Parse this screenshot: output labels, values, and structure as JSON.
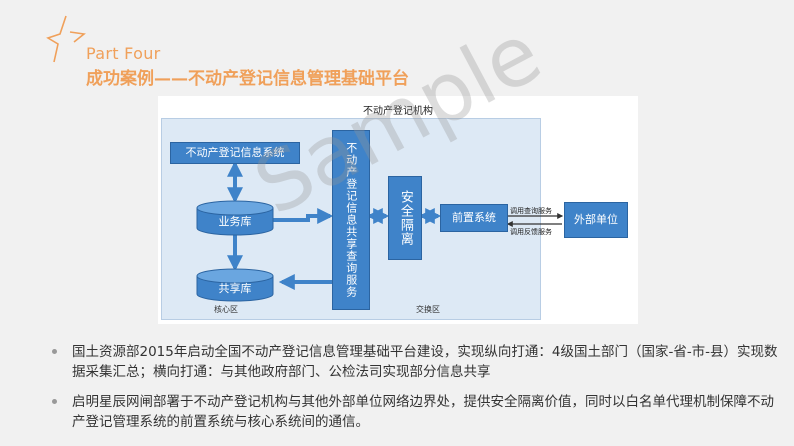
{
  "header": {
    "part_label": "Part Four",
    "title": "成功案例——不动产登记信息管理基础平台"
  },
  "diagram": {
    "title": "不动产登记机构",
    "zones": {
      "core": "核心区",
      "exchange": "交换区"
    },
    "nodes": {
      "info_system": "不动产登记信息系统",
      "business_db": "业务库",
      "shared_db": "共享库",
      "query_service": "不动产登记信息共享查询服务",
      "security": "安全隔离",
      "front_system": "前置系统",
      "external": "外部单位"
    },
    "edges": {
      "call_query": "调用查询服务",
      "call_feedback": "调用反馈服务"
    },
    "watermark": "Sample",
    "colors": {
      "node": "#3f83c9",
      "region": "#dde9f5",
      "arrow": "#3f83c9"
    }
  },
  "bullets": [
    "国土资源部2015年启动全国不动产登记信息管理基础平台建设，实现纵向打通：4级国土部门（国家-省-市-县）实现数据采集汇总；横向打通：与其他政府部门、公检法司实现部分信息共享",
    "启明星辰网闸部署于不动产登记机构与其他外部单位网络边界处，提供安全隔离价值，同时以白名单代理机制保障不动产登记管理系统的前置系统与核心系统间的通信。"
  ],
  "theme": {
    "accent": "#f0a05a",
    "background": "#f1f1f1"
  }
}
